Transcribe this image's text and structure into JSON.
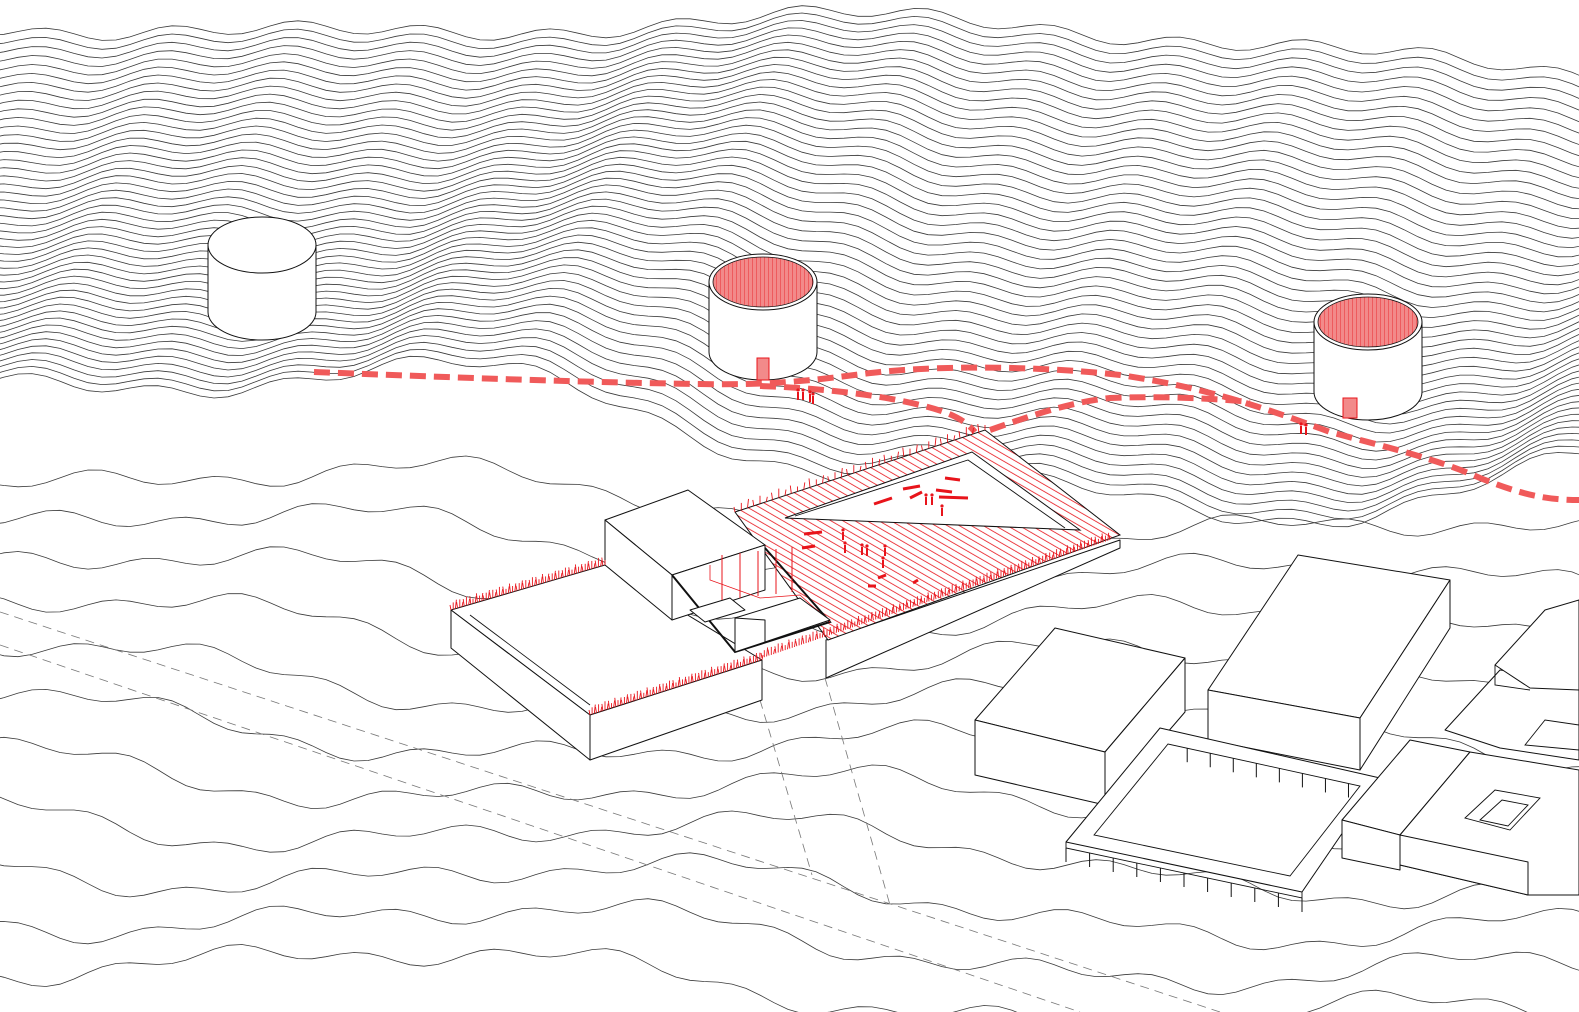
{
  "diagram": {
    "type": "axonometric-site-diagram",
    "colors": {
      "accent_red": "#e8141b",
      "accent_pink": "#f28a8a",
      "line": "#111111",
      "contour": "#3a3a3a",
      "background": "#ffffff"
    },
    "elements": [
      "topographic-contours",
      "water-tank-left",
      "water-tank-center",
      "water-tank-right",
      "pedestrian-route",
      "main-building-roof-plaza",
      "neighbouring-buildings",
      "site-axis-lines",
      "people-figures"
    ]
  }
}
